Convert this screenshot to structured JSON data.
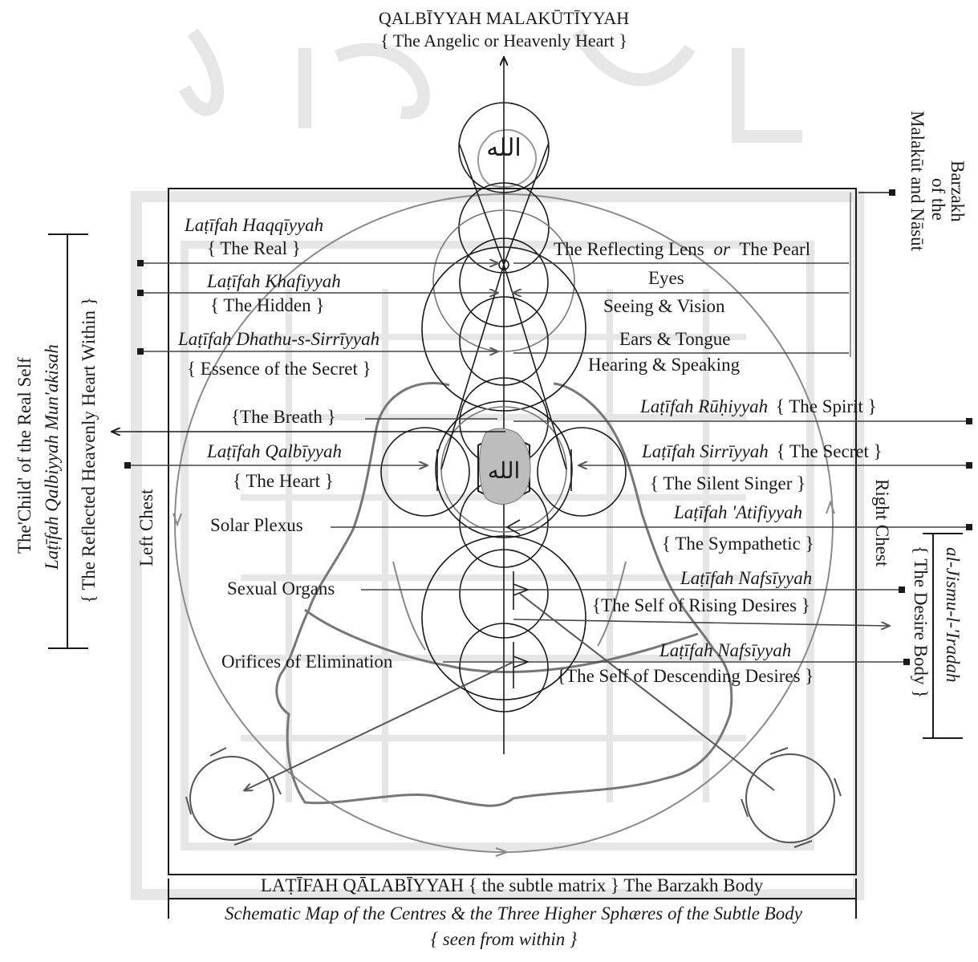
{
  "colors": {
    "ink": "#1a1a1a",
    "grey": "#6e6e6e",
    "watermark": "#e9e9e9",
    "paper": "#ffffff"
  },
  "title": {
    "line1": "QALBĪYYAH MALAKŪTĪYYAH",
    "line2": "{ The Angelic or Heavenly Heart }"
  },
  "allah_upper": "الله",
  "allah_heart": "الله",
  "barzakh": {
    "line1": "Barzakh",
    "line2": "of the",
    "line3": "Malakūt and Nāsūt"
  },
  "left_bracket": {
    "line1": "The'Child' of the Real Self",
    "line2": "Laṭīfah Qalbiyyah Mun'akisah",
    "line3": "{ The Reflected Heavenly Heart  Within }"
  },
  "left_chest": "Left Chest",
  "right_chest": "Right Chest",
  "right_bracket": {
    "line1": "al-Jismu-l-'Iradah",
    "line2": "{ The Desire Body }"
  },
  "labels": {
    "haqq_name": "Laṭīfah Haqqīyyah",
    "haqq_sub": "{ The Real }",
    "khafi_name": "Laṭīfah Khafiyyah",
    "khafi_sub": "{ The Hidden }",
    "dhat_name": "Laṭīfah Dhathu-s-Sirrīyyah",
    "dhat_sub": "{ Essence of the Secret }",
    "breath": "{The Breath }",
    "qalb_name": "Laṭīfah Qalbīyyah",
    "qalb_sub": "{ The Heart }",
    "solar": "Solar Plexus",
    "sexual": "Sexual Organs",
    "orifices": "Orifices of Elimination",
    "lens_a": "The Reflecting Lens",
    "lens_or": "or",
    "lens_b": "The Pearl",
    "eyes": "Eyes",
    "seeing": "Seeing & Vision",
    "ears": "Ears & Tongue",
    "hearing": "Hearing & Speaking",
    "ruh_name": "Laṭīfah Rūḥiyyah",
    "ruh_sub": "{ The Spirit }",
    "sirr_name": "Laṭīfah Sirrīyyah",
    "sirr_sub": "{ The Secret }",
    "silent": "{ The Silent Singer }",
    "atif_name": "Laṭīfah 'Atifiyyah",
    "atif_sub": "{ The Sympathetic }",
    "nafs1_name": "Laṭīfah Nafsīyyah",
    "nafs1_sub": "{The Self of Rising Desires }",
    "nafs2_name": "Laṭīfah Nafsīyyah",
    "nafs2_sub": "{The Self of Descending Desires }"
  },
  "footer": {
    "line1": "LAṬĪFAH QĀLABĪYYAH { the subtle matrix } The Barzakh Body",
    "line2": "Schematic Map of the Centres & the Three Higher Sphæres of the Subtle Body",
    "line3": "{  seen from within  }"
  }
}
